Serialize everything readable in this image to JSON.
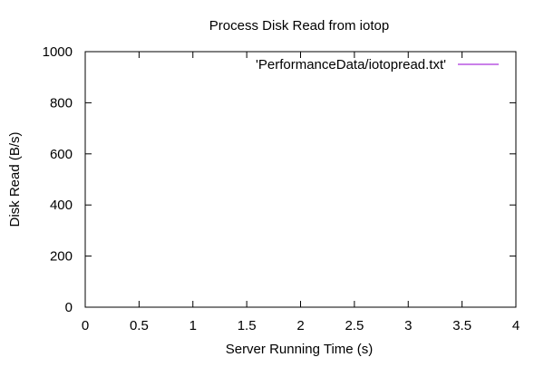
{
  "chart_data": {
    "type": "line",
    "title": "Process Disk Read from iotop",
    "xlabel": "Server Running Time (s)",
    "ylabel": "Disk Read (B/s)",
    "xlim": [
      0,
      4
    ],
    "ylim": [
      0,
      1000
    ],
    "x_ticks": [
      0,
      0.5,
      1,
      1.5,
      2,
      2.5,
      3,
      3.5,
      4
    ],
    "x_tick_labels": [
      "0",
      "0.5",
      "1",
      "1.5",
      "2",
      "2.5",
      "3",
      "3.5",
      "4"
    ],
    "y_ticks": [
      0,
      200,
      400,
      600,
      800,
      1000
    ],
    "y_tick_labels": [
      "0",
      "200",
      "400",
      "600",
      "800",
      "1000"
    ],
    "grid": false,
    "legend_position": "top-right",
    "series": [
      {
        "name": "'PerformanceData/iotopread.txt'",
        "color": "#9400d3",
        "x": [],
        "y": []
      }
    ]
  }
}
